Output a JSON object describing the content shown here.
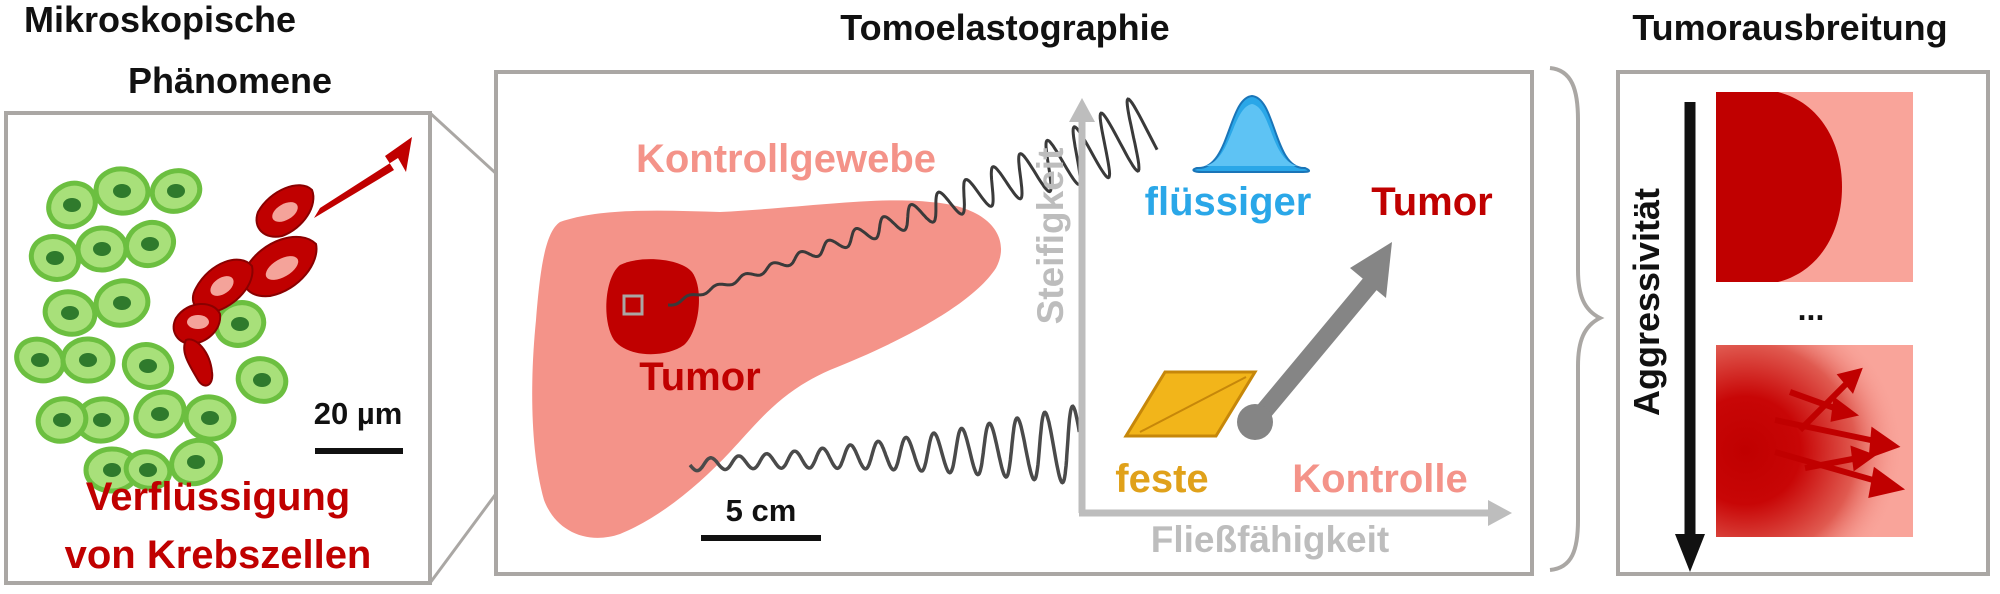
{
  "micro": {
    "title_line1": "Mikroskopische",
    "title_line2": "Phänomene",
    "scale": "20 µm",
    "caption_line1": "Verflüssigung",
    "caption_line2": "von Krebszellen"
  },
  "tomo": {
    "title": "Tomoelastographie",
    "control_tissue": "Kontrollgewebe",
    "tumor": "Tumor",
    "scale": "5 cm",
    "y_axis": "Steifigkeit",
    "x_axis": "Fließfähigkeit",
    "liquid": "flüssiger",
    "liquid_tumor": "Tumor",
    "solid": "feste",
    "control": "Kontrolle"
  },
  "spread": {
    "title": "Tumorausbreitung",
    "axis": "Aggressivität",
    "ellipsis": "..."
  },
  "colors": {
    "dark_red": "#c00000",
    "salmon": "#f49389",
    "light_salmon": "#f9a49a",
    "cell_green": "#8ed460",
    "nucleus_green": "#2f7a2c",
    "blue": "#2aa7e8",
    "orange": "#f2b51a",
    "gray_axis": "#bdbdbd",
    "gray_arrow": "#858585",
    "frame_gray": "#aaa7a4"
  }
}
